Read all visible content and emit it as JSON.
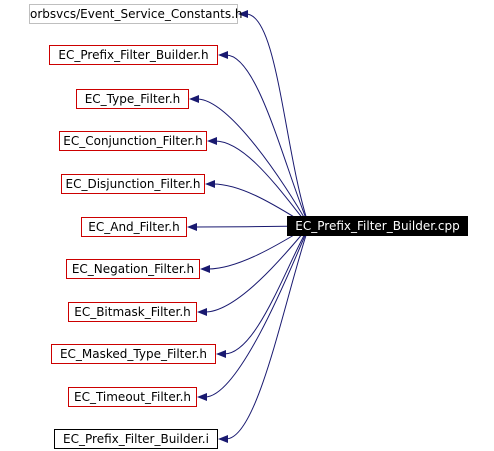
{
  "center": {
    "label": "EC_Prefix_Filter_Builder.cpp"
  },
  "includes": [
    {
      "label": "orbsvcs/Event_Service_Constants.h",
      "style": "gray"
    },
    {
      "label": "EC_Prefix_Filter_Builder.h",
      "style": "red"
    },
    {
      "label": "EC_Type_Filter.h",
      "style": "red"
    },
    {
      "label": "EC_Conjunction_Filter.h",
      "style": "red"
    },
    {
      "label": "EC_Disjunction_Filter.h",
      "style": "red"
    },
    {
      "label": "EC_And_Filter.h",
      "style": "red"
    },
    {
      "label": "EC_Negation_Filter.h",
      "style": "red"
    },
    {
      "label": "EC_Bitmask_Filter.h",
      "style": "red"
    },
    {
      "label": "EC_Masked_Type_Filter.h",
      "style": "red"
    },
    {
      "label": "EC_Timeout_Filter.h",
      "style": "red"
    },
    {
      "label": "EC_Prefix_Filter_Builder.i",
      "style": "black"
    }
  ],
  "colors": {
    "edge": "#191970",
    "border_red": "#cc0000",
    "border_gray": "#bfbfbf",
    "center_bg": "#000000",
    "center_text": "#ffffff"
  }
}
